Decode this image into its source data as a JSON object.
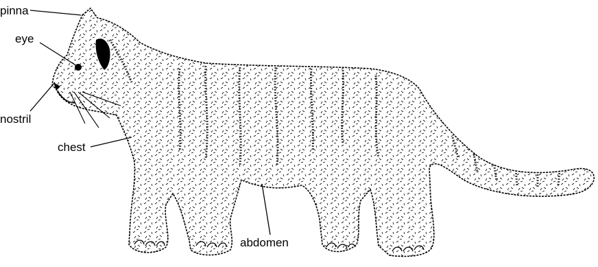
{
  "labels": {
    "pinna": "pinna",
    "eye": "eye",
    "nostril": "nostril",
    "chest": "chest",
    "abdomen": "abdomen"
  },
  "colors": {
    "ink": "#000000",
    "background": "#ffffff"
  }
}
